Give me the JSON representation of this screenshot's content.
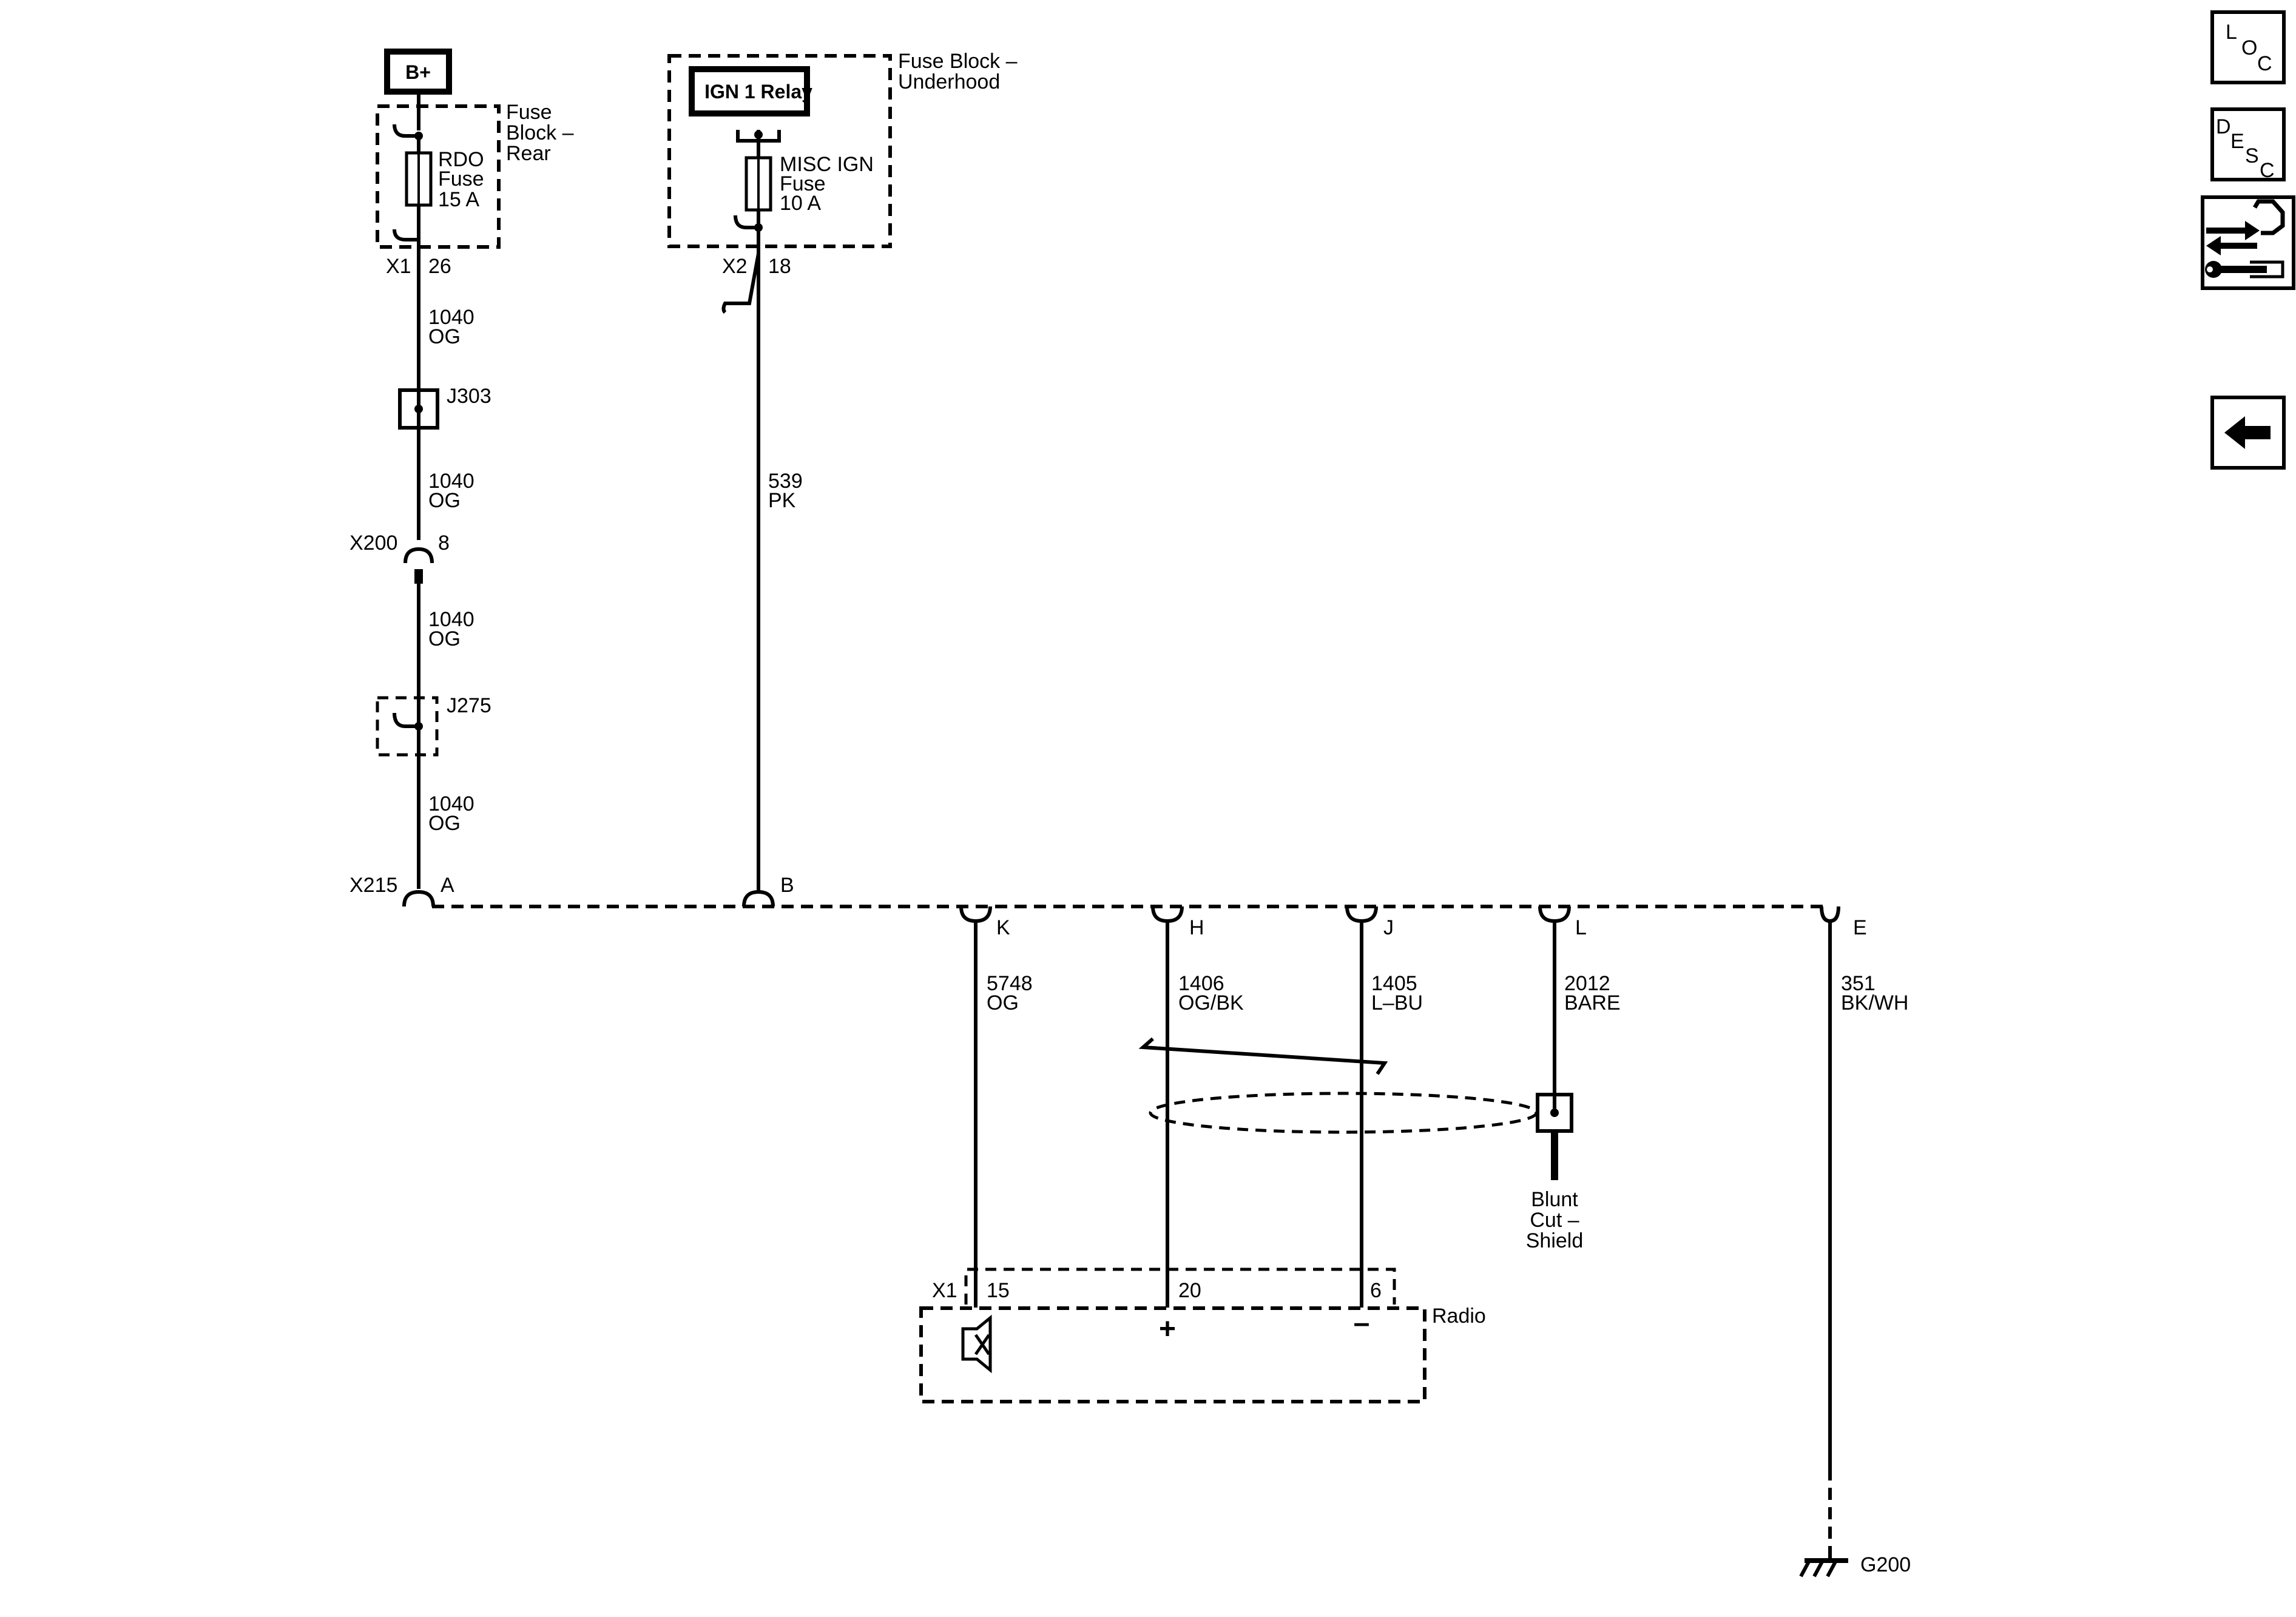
{
  "power_sources": {
    "bplus": "B+",
    "ign_relay": "IGN 1 Relay"
  },
  "fuse_blocks": {
    "rear": {
      "name_line1": "Fuse",
      "name_line2": "Block –",
      "name_line3": "Rear"
    },
    "underhood": {
      "name_line1": "Fuse Block –",
      "name_line2": "Underhood"
    }
  },
  "fuses": {
    "rdo": {
      "line1": "RDO",
      "line2": "Fuse",
      "line3": "15 A"
    },
    "misc_ign": {
      "line1": "MISC IGN",
      "line2": "Fuse",
      "line3": "10 A"
    }
  },
  "connectors": {
    "rear_x1": {
      "name": "X1",
      "pin": "26"
    },
    "underhood_x2": {
      "name": "X2",
      "pin": "18"
    },
    "x200": {
      "name": "X200",
      "pin": "8"
    },
    "x215": {
      "name": "X215"
    },
    "radio_x1": {
      "name": "X1"
    }
  },
  "splices": {
    "j303": "J303",
    "j275": "J275"
  },
  "wires": {
    "w1040_a": {
      "circuit": "1040",
      "color": "OG"
    },
    "w1040_b": {
      "circuit": "1040",
      "color": "OG"
    },
    "w1040_c": {
      "circuit": "1040",
      "color": "OG"
    },
    "w1040_d": {
      "circuit": "1040",
      "color": "OG"
    },
    "w539": {
      "circuit": "539",
      "color": "PK"
    },
    "w5748": {
      "circuit": "5748",
      "color": "OG"
    },
    "w1406": {
      "circuit": "1406",
      "color": "OG/BK"
    },
    "w1405": {
      "circuit": "1405",
      "color": "L–BU"
    },
    "w2012": {
      "circuit": "2012",
      "color": "BARE"
    },
    "w351": {
      "circuit": "351",
      "color": "BK/WH"
    }
  },
  "x215_pins": {
    "A": "A",
    "B": "B",
    "K": "K",
    "H": "H",
    "J": "J",
    "L": "L",
    "E": "E"
  },
  "radio": {
    "label": "Radio",
    "pin_15": "15",
    "pin_20": "20",
    "pin_6": "6",
    "plus": "+",
    "minus": "–"
  },
  "shield": {
    "line1": "Blunt",
    "line2": "Cut –",
    "line3": "Shield"
  },
  "ground": "G200",
  "nav": {
    "loc": {
      "l": "L",
      "o": "O",
      "c": "C"
    },
    "desc": {
      "d": "D",
      "e": "E",
      "s": "S",
      "c": "C"
    }
  }
}
